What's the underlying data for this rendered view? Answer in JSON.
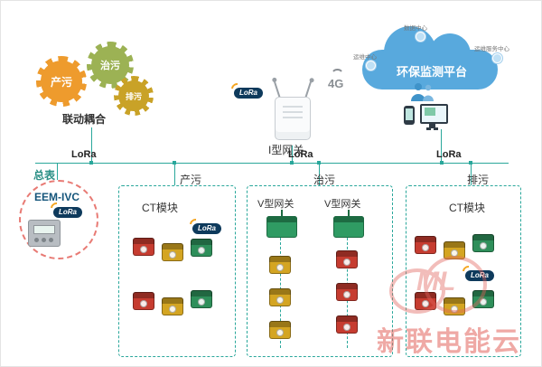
{
  "gears": {
    "caption": "联动耦合",
    "items": [
      {
        "label": "产污",
        "color": "#ee9b2d"
      },
      {
        "label": "治污",
        "color": "#9cb254"
      },
      {
        "label": "排污",
        "color": "#c9a227"
      }
    ]
  },
  "gateway": {
    "label": "I型网关",
    "lora_badge": "LoRa",
    "network_badge": "4G"
  },
  "cloud": {
    "title": "环保监测平台",
    "nodes": [
      {
        "label": "数据中心"
      },
      {
        "label": "运维中心"
      },
      {
        "label": "运维服务中心"
      }
    ]
  },
  "bus": {
    "lora_left": "LoRa",
    "lora_center": "LoRa",
    "lora_right": "LoRa"
  },
  "meter": {
    "label": "总表",
    "model": "EEM-IVC",
    "lora_badge": "LoRa"
  },
  "sections": {
    "chanwu": {
      "label": "产污",
      "module_label": "CT模块",
      "lora_badge": "LoRa"
    },
    "zhiwu": {
      "label": "治污",
      "gateway_left": "V型网关",
      "gateway_right": "V型网关"
    },
    "paiwu": {
      "label": "排污",
      "module_label": "CT模块",
      "lora_badge": "LoRa"
    }
  },
  "watermark": {
    "text": "新联电能云",
    "logo": "ML"
  },
  "colors": {
    "accent": "#2aa79b",
    "module_red": "#c63c30",
    "module_yellow": "#d4a522",
    "module_green": "#2e8f5a",
    "cloud_blue": "#58a9dd",
    "watermark_red": "#e2635c",
    "lora_navy": "#0e3a5c"
  }
}
